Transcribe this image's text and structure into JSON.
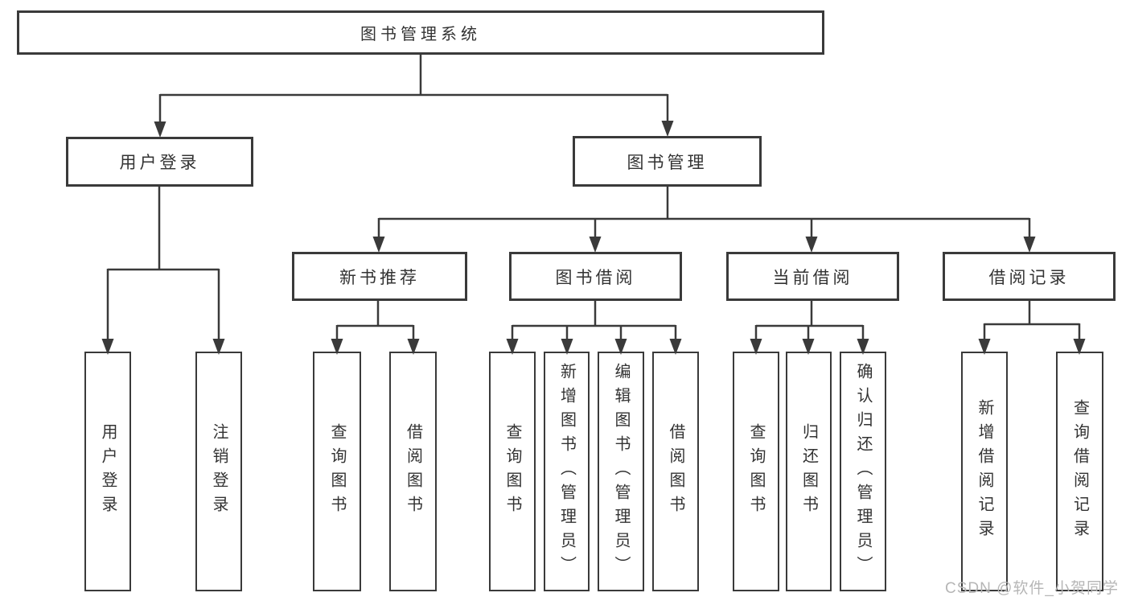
{
  "tree": {
    "label": "图书管理系统",
    "children": [
      {
        "label": "用户登录",
        "children": [
          {
            "label": "用户登录"
          },
          {
            "label": "注销登录"
          }
        ]
      },
      {
        "label": "图书管理",
        "children": [
          {
            "label": "新书推荐",
            "children": [
              {
                "label": "查询图书"
              },
              {
                "label": "借阅图书"
              }
            ]
          },
          {
            "label": "图书借阅",
            "children": [
              {
                "label": "查询图书"
              },
              {
                "label": "新增图书（管理员）"
              },
              {
                "label": "编辑图书（管理员）"
              },
              {
                "label": "借阅图书"
              }
            ]
          },
          {
            "label": "当前借阅",
            "children": [
              {
                "label": "查询图书"
              },
              {
                "label": "归还图书"
              },
              {
                "label": "确认归还（管理员）"
              }
            ]
          },
          {
            "label": "借阅记录",
            "children": [
              {
                "label": "新增借阅记录"
              },
              {
                "label": "查询借阅记录"
              }
            ]
          }
        ]
      }
    ]
  },
  "watermark": "CSDN @软件_小贺同学",
  "colors": {
    "line": "#3a3a3a",
    "text": "#333333",
    "watermark": "#b6b6b6",
    "background": "#ffffff"
  }
}
